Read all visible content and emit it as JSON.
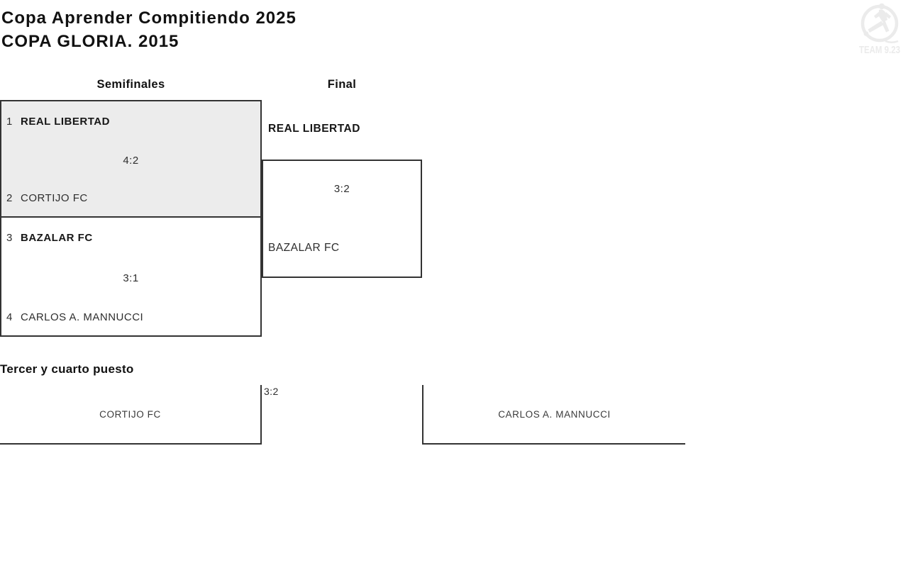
{
  "header": {
    "title_line1": "Copa Aprender Compitiendo 2025",
    "title_line2": "COPA GLORIA. 2015"
  },
  "logo": {
    "team_label": "TEAM 9.23"
  },
  "columns": {
    "semifinals_label": "Semifinales",
    "final_label": "Final"
  },
  "semifinal_1": {
    "seed_home": "1",
    "team_home": "REAL LIBERTAD",
    "score": "4:2",
    "seed_away": "2",
    "team_away": "CORTIJO FC"
  },
  "semifinal_2": {
    "seed_home": "3",
    "team_home": "BAZALAR FC",
    "score": "3:1",
    "seed_away": "4",
    "team_away": "CARLOS A. MANNUCCI"
  },
  "final": {
    "team_home": "REAL LIBERTAD",
    "score": "3:2",
    "team_away": "BAZALAR FC"
  },
  "third_place": {
    "heading": "Tercer y cuarto puesto",
    "team_left": "CORTIJO FC",
    "score": "3:2",
    "team_right": "CARLOS A. MANNUCCI"
  },
  "colors": {
    "highlight_bg": "#ececec",
    "border": "#333333",
    "logo_gray": "#ebebeb"
  }
}
